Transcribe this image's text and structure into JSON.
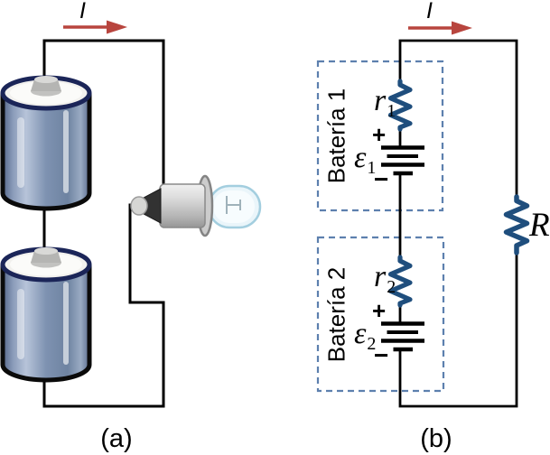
{
  "figure_a": {
    "caption": "(a)",
    "current_label": "I",
    "icons": [
      "battery-illustration",
      "battery-illustration",
      "light-bulb-illustration"
    ]
  },
  "figure_b": {
    "caption": "(b)",
    "current_label": "I",
    "batteries": [
      {
        "box_label": "Batería 1",
        "internal_resistance_symbol": "r",
        "internal_resistance_sub": "1",
        "emf_symbol": "ε",
        "emf_sub": "1",
        "plus_label": "+",
        "minus_label": "−"
      },
      {
        "box_label": "Batería 2",
        "internal_resistance_symbol": "r",
        "internal_resistance_sub": "2",
        "emf_symbol": "ε",
        "emf_sub": "2",
        "plus_label": "+",
        "minus_label": "−"
      }
    ],
    "load_resistor_label": "R"
  },
  "colors": {
    "wire": "#000000",
    "current_arrow": "#b8453e",
    "resistor": "#1f4e7d",
    "battery_box_border": "#5d80ae",
    "battery_body": "#7d93b2",
    "bulb_glass": "#eaf5fa"
  }
}
